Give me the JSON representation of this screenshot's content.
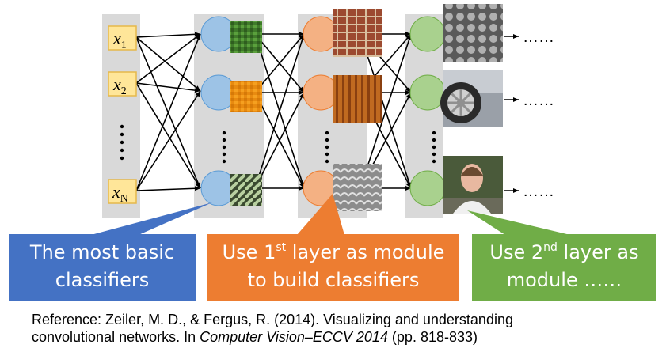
{
  "inputs": [
    {
      "var": "x",
      "sub": "1"
    },
    {
      "var": "x",
      "sub": "2"
    },
    {
      "var": "x",
      "sub": "N"
    }
  ],
  "ellipsis_vertical": "……",
  "outputs": [
    "……",
    "……",
    "……"
  ],
  "callouts": {
    "blue": {
      "line1": "The most basic",
      "line2": "classifiers"
    },
    "orange": {
      "line1_pre": "Use 1",
      "line1_sup": "st",
      "line1_post": " layer as module",
      "line2": "to build classifiers"
    },
    "green": {
      "line1_pre": "Use 2",
      "line1_sup": "nd",
      "line1_post": " layer as",
      "line2": "module ……"
    }
  },
  "reference": {
    "line1": "Reference: Zeiler, M. D., & Fergus, R. (2014). Visualizing and understanding",
    "line2_pre": "convolutional networks. In ",
    "line2_italic": "Computer Vision–ECCV 2014",
    "line2_post": " (pp. 818-833)"
  },
  "colors": {
    "column_bg": "#d9d9d9",
    "input_box": "#ffe699",
    "input_border": "#e6b84a",
    "node_blue": "#9dc3e6",
    "node_orange": "#f4b183",
    "node_green": "#a9d18e",
    "callout_blue": "#4472c4",
    "callout_orange": "#ed7d31",
    "callout_green": "#70ad47"
  }
}
